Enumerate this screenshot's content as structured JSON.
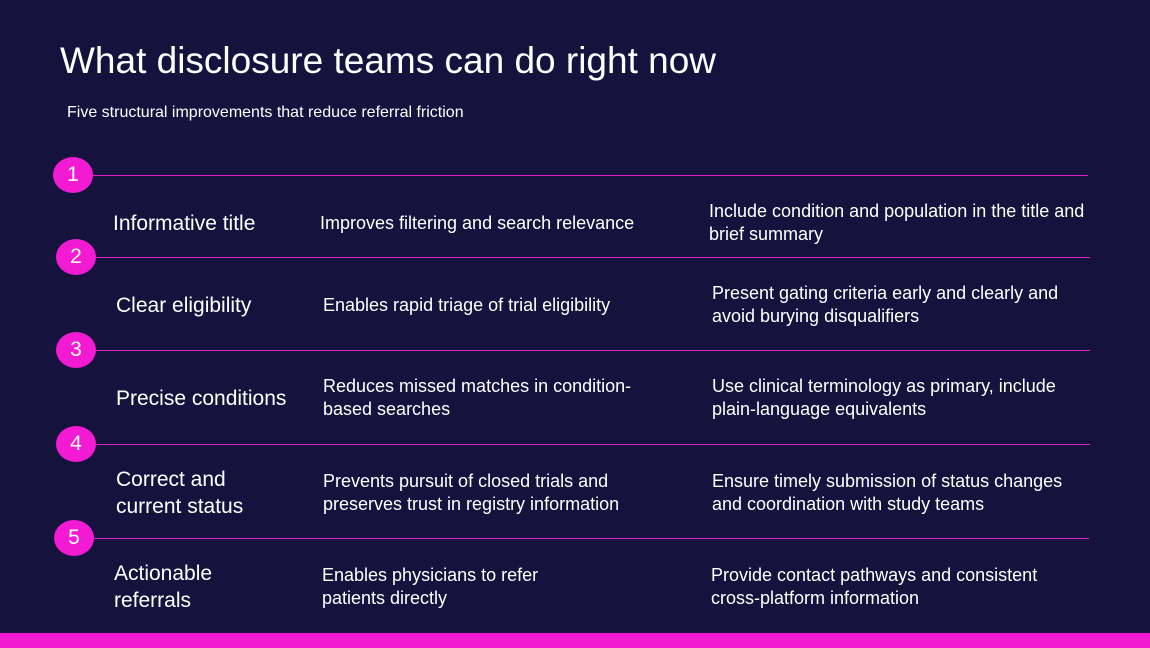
{
  "title": "What disclosure teams can do right now",
  "subtitle": "Five structural improvements that reduce referral friction",
  "accent_color": "#f21ad2",
  "background_color": "#15133d",
  "items": [
    {
      "number": "1",
      "name": "Informative title",
      "benefit": "Improves filtering and search relevance",
      "action": "Include condition and population in the title and brief summary"
    },
    {
      "number": "2",
      "name": "Clear eligibility",
      "benefit": "Enables rapid triage of trial eligibility",
      "action": "Present gating criteria early and clearly and avoid burying disqualifiers"
    },
    {
      "number": "3",
      "name": "Precise conditions",
      "benefit": "Reduces missed matches in condition-based searches",
      "action": "Use clinical terminology as primary, include plain-language equivalents"
    },
    {
      "number": "4",
      "name": "Correct and current status",
      "benefit": "Prevents pursuit of closed trials and preserves trust in registry information",
      "action": "Ensure timely submission of status changes and coordination with study teams"
    },
    {
      "number": "5",
      "name": "Actionable referrals",
      "benefit": "Enables physicians to refer patients directly",
      "action": "Provide contact pathways and consistent cross-platform information"
    }
  ]
}
